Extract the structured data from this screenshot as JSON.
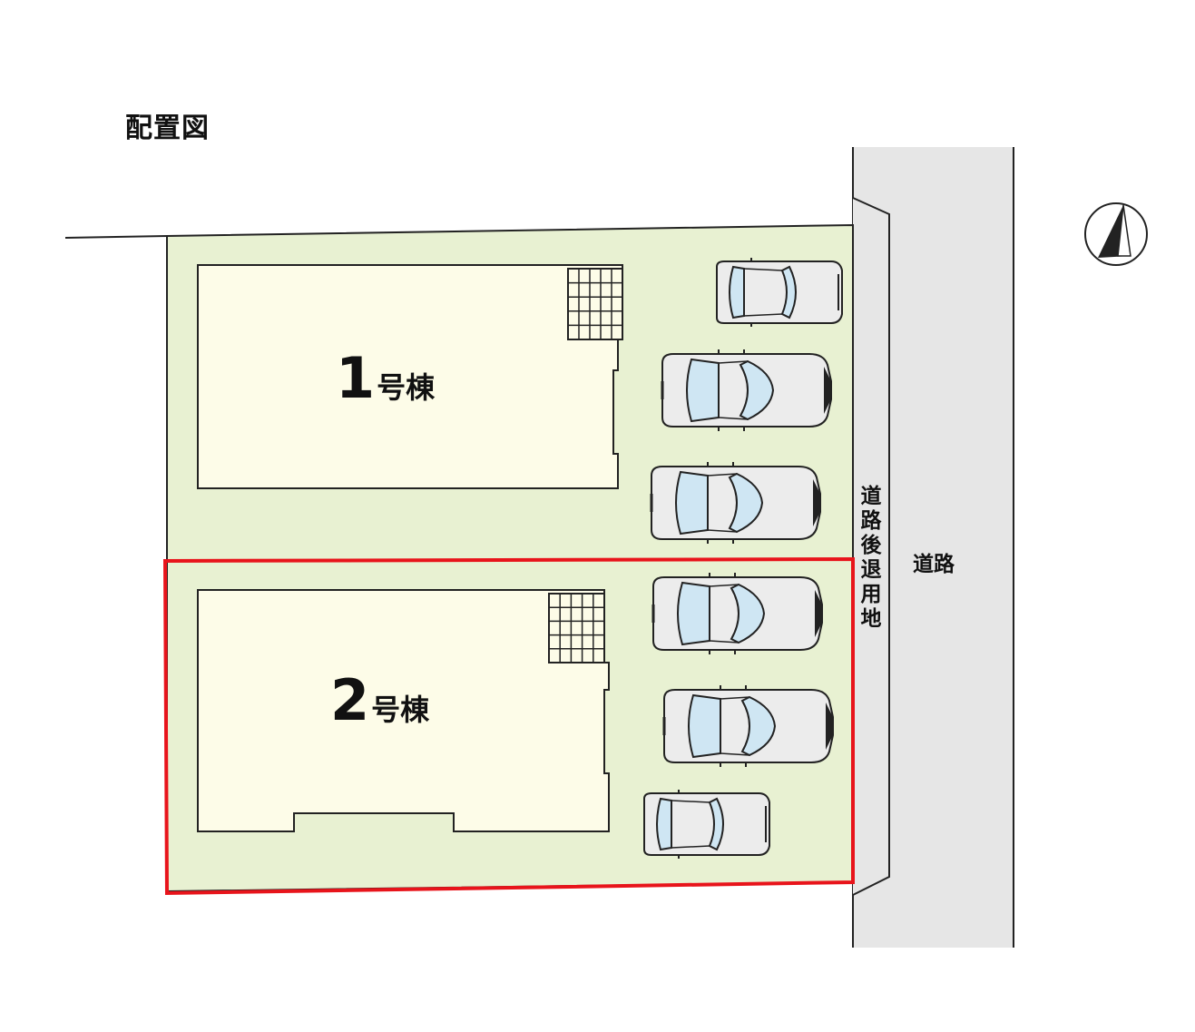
{
  "title": "配置図",
  "road_label": "道路",
  "setback_label": [
    "道",
    "路",
    "後",
    "退",
    "用",
    "地"
  ],
  "buildings": [
    {
      "number": "1",
      "suffix": "号棟"
    },
    {
      "number": "2",
      "suffix": "号棟"
    }
  ],
  "colors": {
    "lot_fill": "#e8f1d2",
    "building_fill": "#fdfce8",
    "road_fill": "#e6e6e6",
    "highlight": "#e8141b",
    "car_glass": "#cfe6f3",
    "car_body": "#ececec"
  },
  "icons": {
    "compass": "north-arrow-icon"
  }
}
